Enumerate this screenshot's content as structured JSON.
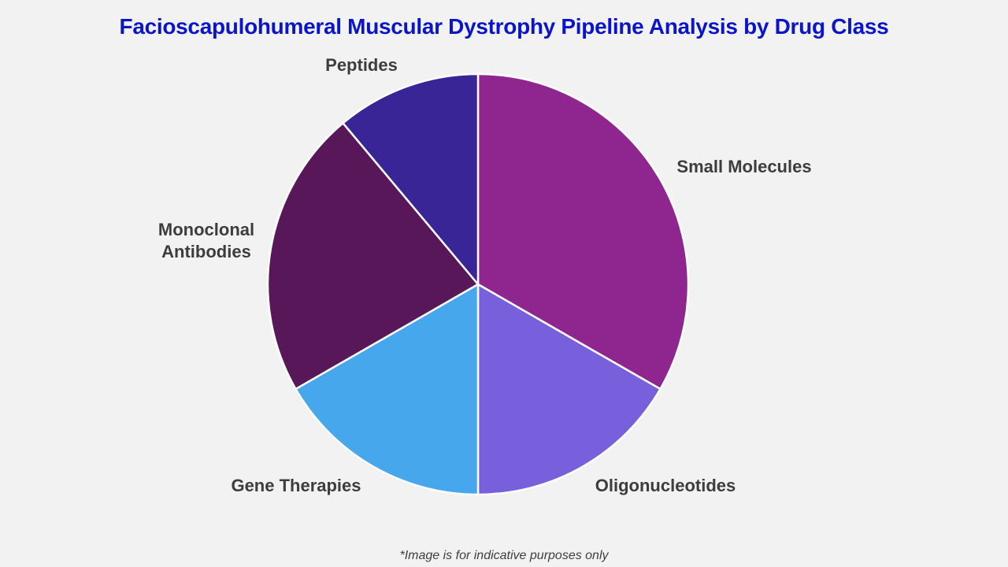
{
  "chart_data": {
    "type": "pie",
    "title": "Facioscapulohumeral Muscular Dystrophy Pipeline Analysis by Drug Class",
    "categories": [
      "Small Molecules",
      "Oligonucleotides",
      "Gene Therapies",
      "Monoclonal Antibodies",
      "Peptides"
    ],
    "values": [
      33.3,
      16.7,
      16.7,
      22.2,
      11.1
    ],
    "colors": [
      "#8f268f",
      "#785fdb",
      "#47a7ec",
      "#581759",
      "#392596"
    ],
    "label_lines": [
      [
        "Small Molecules"
      ],
      [
        "Oligonucleotides"
      ],
      [
        "Gene Therapies"
      ],
      [
        "Monoclonal",
        "Antibodies"
      ],
      [
        "Peptides"
      ]
    ],
    "start_angle_deg": 0,
    "direction": "clockwise"
  },
  "footnote": "*Image is for indicative purposes only"
}
